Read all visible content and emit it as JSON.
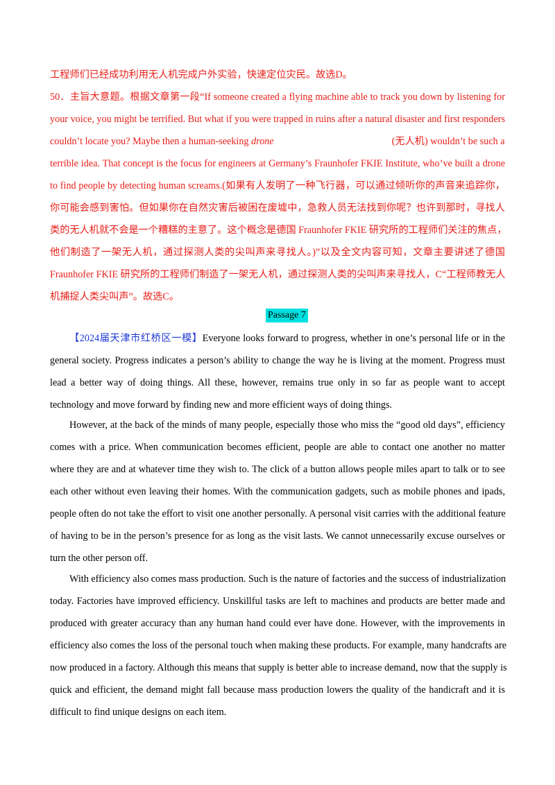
{
  "answer_section": {
    "line1": "工程师们已经成功利用无人机完成户外实验，快速定位灾民。故选D。",
    "q50_line1": "50．主旨大意题。根据文章第一段“If someone created a flying machine able to track you down by listening for",
    "q50_line2": "your voice, you might be terrified. But what if you were trapped in ruins after a natural disaster and first responders",
    "q50_line3_a": "couldn’t locate you? Maybe then a human-seeking ",
    "q50_line3_drone": "drone",
    "q50_line3_b": "(无人机) wouldn’t be such a",
    "q50_line4": "terrible idea. That concept is the focus for engineers at Germany’s Fraunhofer FKIE Institute, who’ve built a drone",
    "q50_line5": "to find people by detecting human screams.(如果有人发明了一种飞行器，可以通过倾听你的声音来追踪你，",
    "q50_line6": "你可能会感到害怕。但如果你在自然灾害后被困在废墟中，急救人员无法找到你呢？也许到那时，寻找人",
    "q50_line7": "类的无人机就不会是一个糟糕的主意了。这个概念是德国 Fraunhofer FKIE 研究所的工程师们关注的焦点，",
    "q50_line8": "他们制造了一架无人机，通过探测人类的尖叫声来寻找人。)”以及全文内容可知，文章主要讲述了德国",
    "q50_line9": "Fraunhofer FKIE 研究所的工程师们制造了一架无人机，通过探测人类的尖叫声来寻找人，C“工程师教无人",
    "q50_line10": "机捕捉人类尖叫声”。故选C。"
  },
  "passage_label": "Passage  7",
  "passage": {
    "source_tag": "【2024届天津市红桥区一模】",
    "p1_l1": "Everyone looks forward to progress, whether in one’s personal life or in the",
    "p1_l2": "general society. Progress indicates a person’s ability to change the way he is living at the moment. Progress must",
    "p1_l3": "lead a better way of doing things. All these, however, remains true only in so far as people want to accept",
    "p1_l4": "technology and move forward by finding new and more efficient ways of doing things.",
    "p2_l1": "However, at the back of the minds of many people, especially those who miss the “good old days”, efficiency",
    "p2_l2": "comes with a price. When communication becomes efficient, people are able to contact one another no matter",
    "p2_l3": "where they are and at whatever time they wish to. The click of a button allows people miles apart to talk or to see",
    "p2_l4": "each other without even leaving their homes. With the communication gadgets, such as mobile phones and ipads,",
    "p2_l5": "people often do not take the effort to visit one another personally. A personal visit carries with the additional feature",
    "p2_l6": "of having to be in the person’s presence for as long as the visit lasts. We cannot unnecessarily excuse ourselves or",
    "p2_l7": "turn the other person off.",
    "p3_l1": "With efficiency also comes mass production. Such is the nature of factories and the success of industrialization",
    "p3_l2": "today. Factories have improved efficiency. Unskillful tasks are left to machines and products are better made and",
    "p3_l3": "produced with greater accuracy than any human hand could ever have done. However, with the improvements in",
    "p3_l4": "efficiency also comes the loss of the personal touch when making these products. For example, many handcrafts are",
    "p3_l5": "now produced in a factory. Although this means that supply is better able to increase demand, now that the supply is",
    "p3_l6": "quick and efficient, the demand might fall because mass production lowers the quality of the handicraft and it is",
    "p3_l7": "difficult to find unique designs on each item."
  },
  "colors": {
    "answer_text": "#e8201a",
    "source_tag": "#1f39d6",
    "label_highlight": "#00e0e0"
  }
}
